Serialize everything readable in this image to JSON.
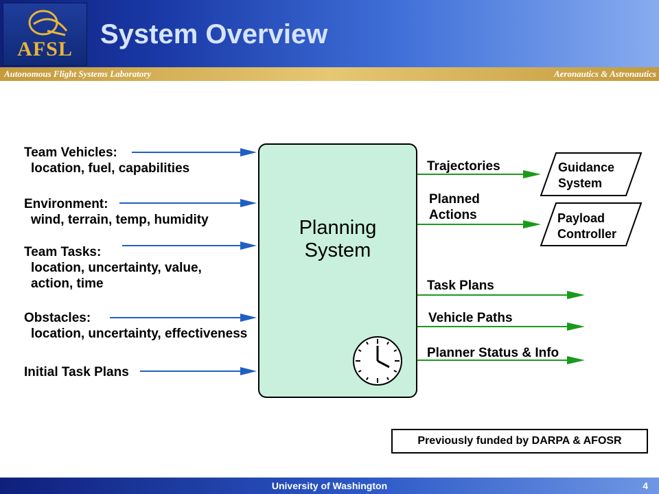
{
  "header": {
    "title": "System Overview",
    "logo_text": "AFSL",
    "lab_name": "Autonomous Flight Systems Laboratory",
    "department": "Aeronautics & Astronautics"
  },
  "inputs": [
    {
      "title": "Team Vehicles:",
      "detail": [
        "location, fuel, capabilities"
      ]
    },
    {
      "title": "Environment:",
      "detail": [
        "wind, terrain, temp, humidity"
      ]
    },
    {
      "title": "Team Tasks:",
      "detail": [
        "location, uncertainty, value,",
        "action, time"
      ]
    },
    {
      "title": "Obstacles:",
      "detail": [
        "location, uncertainty, effectiveness"
      ]
    },
    {
      "title": "Initial Task Plans",
      "detail": []
    }
  ],
  "center": {
    "line1": "Planning",
    "line2": "System"
  },
  "outputs": [
    {
      "label": [
        "Trajectories"
      ],
      "target": [
        "Guidance",
        "System"
      ]
    },
    {
      "label": [
        "Planned",
        "Actions"
      ],
      "target": [
        "Payload",
        "Controller"
      ]
    },
    {
      "label": [
        "Task Plans"
      ]
    },
    {
      "label": [
        "Vehicle Paths"
      ]
    },
    {
      "label": [
        "Planner Status & Info"
      ]
    }
  ],
  "funding_note": "Previously funded by DARPA & AFOSR",
  "footer": {
    "institution": "University of Washington",
    "page": "4"
  },
  "colors": {
    "input_arrow": "#1f5fc4",
    "output_arrow": "#1a9a1a",
    "planning_fill": "#c8f0dc"
  }
}
